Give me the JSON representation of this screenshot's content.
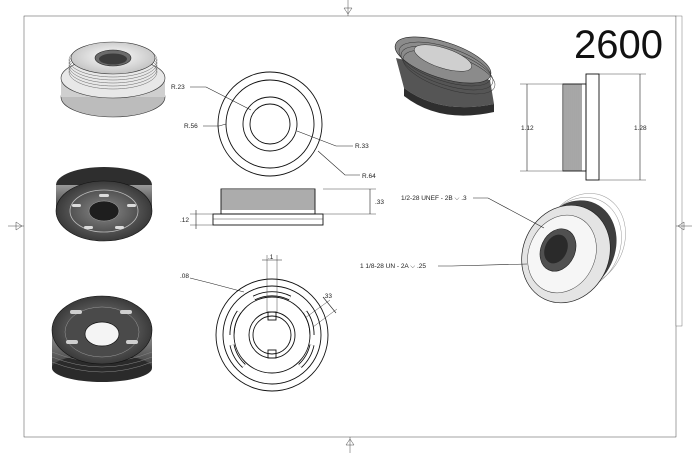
{
  "drawing": {
    "title_number": "2600",
    "colors": {
      "line": "#222222",
      "part_dark": "#3a3a3a",
      "part_light": "#e6e6e6"
    }
  },
  "dimensions": {
    "front_view": {
      "r_023": "R.23",
      "r_056": "R.56",
      "r_033": "R.33",
      "r_064": "R.64"
    },
    "side_view": {
      "height_033": ".33",
      "flange_012": ".12"
    },
    "back_view": {
      "slot_008": ".08",
      "slot_01": ".1",
      "slot_033": ".33"
    },
    "right_side": {
      "length_112": "1.12",
      "length_128": "1.28"
    },
    "callouts": {
      "inner_thread": "1/2-28 UNEF - 2B ⌵ .3",
      "outer_thread": "1 1/8-28 UN - 2A ⌵ .25"
    }
  }
}
